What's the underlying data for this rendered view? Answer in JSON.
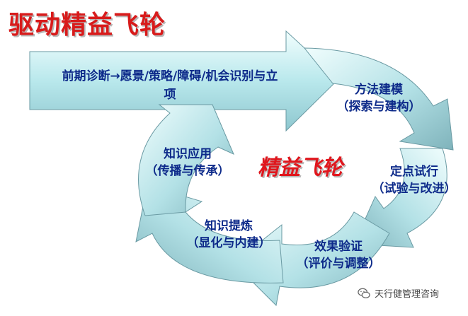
{
  "title": "驱动精益飞轮",
  "intro_text_line1": "前期诊断→愿景/策略/障碍/机会识别与立",
  "intro_text_line2": "项",
  "center_label": "精益飞轮",
  "steps": [
    {
      "line1": "方法建模",
      "line2": "（探索与建构）"
    },
    {
      "line1": "定点试行",
      "line2": "（试验与改进）"
    },
    {
      "line1": "效果验证",
      "line2": "（评价与调整）"
    },
    {
      "line1": "知识提炼",
      "line2": "（显化与内建）"
    },
    {
      "line1": "知识应用",
      "line2": "（传播与传承）"
    }
  ],
  "watermark": "天行健管理咨询",
  "colors": {
    "title": "#d81b1b",
    "label": "#0d2a8a",
    "center": "#e0161d",
    "arrow_light": "#eafcfc",
    "arrow_dark": "#7fb3bb"
  }
}
